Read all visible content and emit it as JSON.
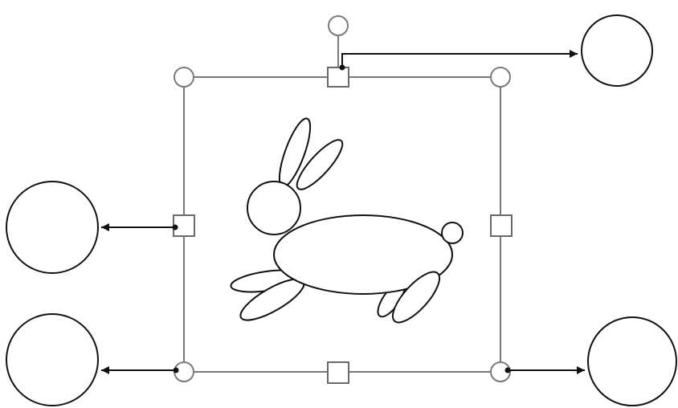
{
  "diagram": {
    "subject": "rabbit-drawing",
    "selection": {
      "corner_handles": [
        "top-left",
        "top-right",
        "bottom-left",
        "bottom-right"
      ],
      "side_handles": [
        "top",
        "left",
        "right",
        "bottom"
      ],
      "rotation_handle": "top"
    },
    "callouts": [
      {
        "id": "callout-rotate",
        "points_from": "top-side-handle",
        "label": ""
      },
      {
        "id": "callout-resize-side",
        "points_from": "left-side-handle",
        "label": ""
      },
      {
        "id": "callout-resize-corner-left",
        "points_from": "bottom-left-corner-handle",
        "label": ""
      },
      {
        "id": "callout-resize-corner-right",
        "points_from": "bottom-right-corner-handle",
        "label": ""
      }
    ],
    "colors": {
      "selection_stroke": "#777777",
      "ink": "#111111",
      "background": "#ffffff"
    }
  }
}
